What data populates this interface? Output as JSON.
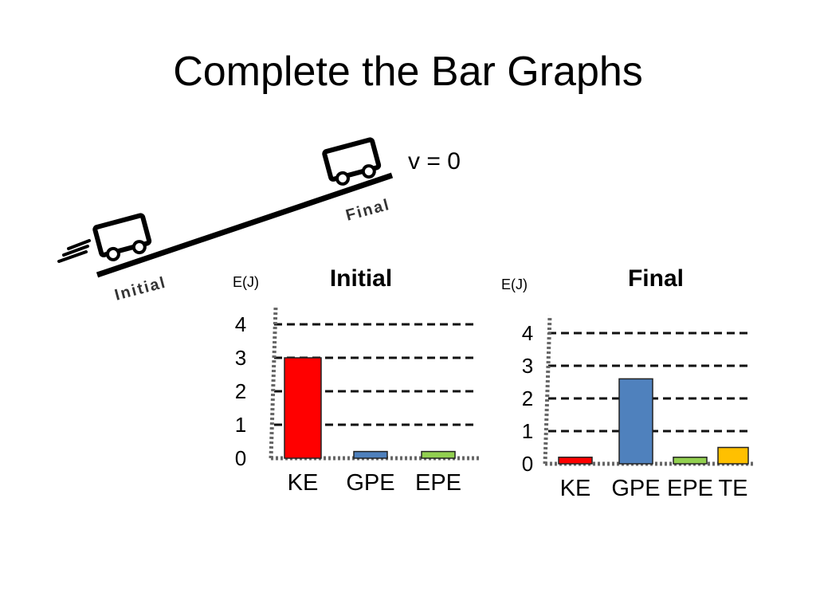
{
  "slide": {
    "title": "Complete the Bar Graphs",
    "velocity_label": "v = 0"
  },
  "illustration": {
    "initial_label": "Initial",
    "final_label": "Final"
  },
  "chart_data": [
    {
      "type": "bar",
      "title": "Initial",
      "ylabel": "E(J)",
      "xlabel": "",
      "yticks": [
        "0",
        "1",
        "2",
        "3",
        "4"
      ],
      "ylim": [
        0,
        4
      ],
      "grid": true,
      "categories": [
        "KE",
        "GPE",
        "EPE"
      ],
      "values": [
        3,
        0.2,
        0.2
      ],
      "colors": [
        "#ff0000",
        "#4f81bd",
        "#92d050"
      ]
    },
    {
      "type": "bar",
      "title": "Final",
      "ylabel": "E(J)",
      "xlabel": "",
      "yticks": [
        "0",
        "1",
        "2",
        "3",
        "4"
      ],
      "ylim": [
        0,
        4
      ],
      "grid": true,
      "categories": [
        "KE",
        "GPE",
        "EPE",
        "TE"
      ],
      "values": [
        0.2,
        2.6,
        0.2,
        0.5
      ],
      "colors": [
        "#ff0000",
        "#4f81bd",
        "#92d050",
        "#ffc000"
      ]
    }
  ]
}
